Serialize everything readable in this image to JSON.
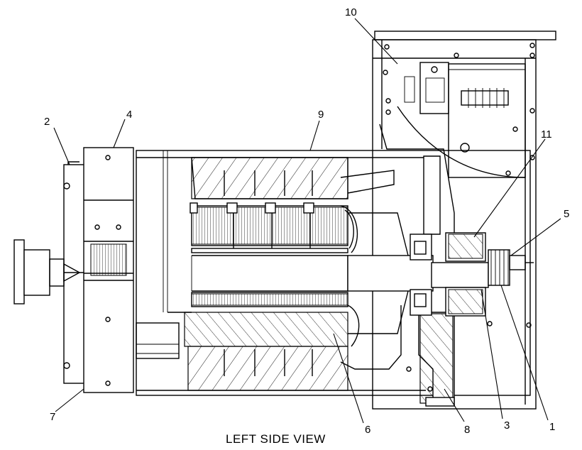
{
  "view_title": "LEFT SIDE VIEW",
  "callouts": [
    {
      "id": "c1",
      "label": "1"
    },
    {
      "id": "c2",
      "label": "2"
    },
    {
      "id": "c3",
      "label": "3"
    },
    {
      "id": "c4",
      "label": "4"
    },
    {
      "id": "c5",
      "label": "5"
    },
    {
      "id": "c6",
      "label": "6"
    },
    {
      "id": "c7",
      "label": "7"
    },
    {
      "id": "c8",
      "label": "8"
    },
    {
      "id": "c9",
      "label": "9"
    },
    {
      "id": "c10",
      "label": "10"
    },
    {
      "id": "c11",
      "label": "11"
    }
  ],
  "colors": {
    "line": "#000000",
    "background": "#ffffff"
  }
}
